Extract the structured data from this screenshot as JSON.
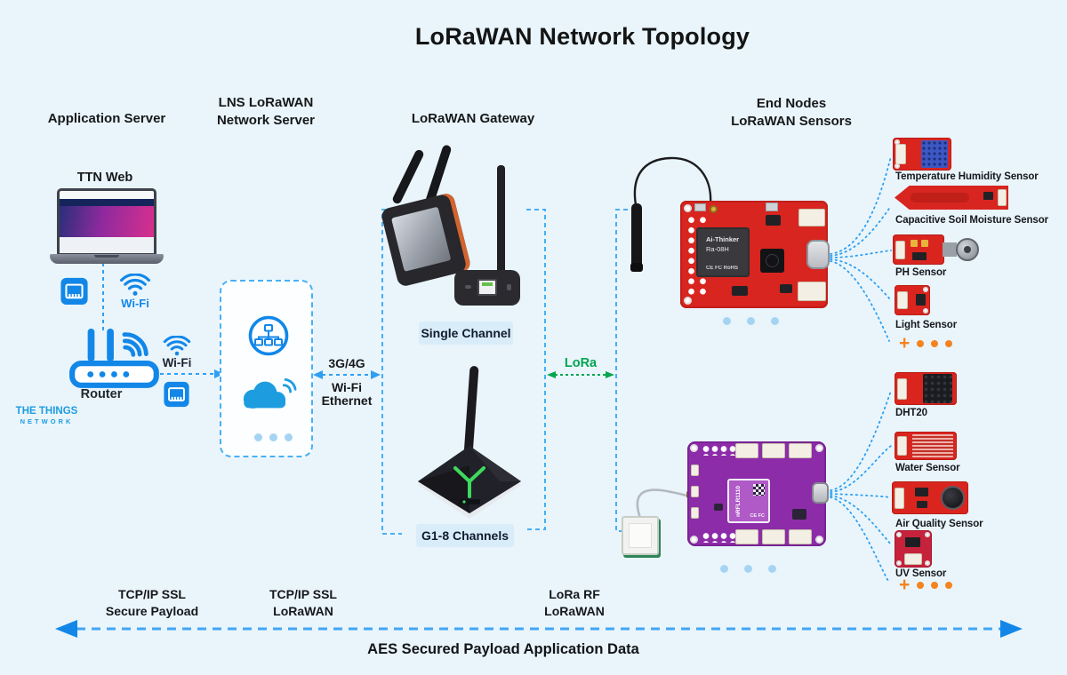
{
  "title": "LoRaWAN Network Topology",
  "headers": {
    "app_server": "Application Server",
    "lns_line1": "LNS LoRaWAN",
    "lns_line2": "Network Server",
    "gateway": "LoRaWAN Gateway",
    "end_nodes_line1": "End Nodes",
    "end_nodes_line2": "LoRaWAN Sensors"
  },
  "app_server": {
    "ttn_web": "TTN Web",
    "wifi_label_laptop": "Wi-Fi",
    "router": "Router",
    "wifi_label_router": "Wi-Fi"
  },
  "network_server": {
    "logo_line1": "THE THINGS",
    "logo_line2": "NETWORK"
  },
  "links": {
    "backhaul_line1": "3G/4G",
    "backhaul_line2": "Wi-Fi",
    "backhaul_line3": "Ethernet",
    "lora": "LoRa"
  },
  "gateways": {
    "single_channel": "Single Channel",
    "multi_channel": "G1-8 Channels"
  },
  "end_nodes": {
    "board1_module_line1": "Ai-Thinker",
    "board1_module_line2": "Ra-08H",
    "board1_marks": "CE FC RoHS",
    "board2_module": "nRFLR1110",
    "more_symbol": "+",
    "sensors_top": [
      {
        "label": "Temperature Humidity Sensor"
      },
      {
        "label": "Capacitive Soil Moisture Sensor"
      },
      {
        "label": "PH Sensor"
      },
      {
        "label": "Light Sensor"
      }
    ],
    "sensors_bottom": [
      {
        "label": "DHT20"
      },
      {
        "label": "Water Sensor"
      },
      {
        "label": "Air Quality Sensor"
      },
      {
        "label": "UV Sensor"
      }
    ]
  },
  "footer": {
    "label1_line1": "TCP/IP SSL",
    "label1_line2": "Secure Payload",
    "label2_line1": "TCP/IP SSL",
    "label2_line2": "LoRaWAN",
    "label3_line1": "LoRa RF",
    "label3_line2": "LoRaWAN",
    "arrow_label": "AES Secured Payload Application Data"
  },
  "colors": {
    "background": "#e9f5fb",
    "accent_blue": "#1287e8",
    "dashed_blue": "#42a5f5",
    "green": "#00a550",
    "orange": "#f5831f",
    "board_red": "#d8251f",
    "board_purple": "#8d2ca9",
    "chip_bg": "#d9edf9"
  }
}
